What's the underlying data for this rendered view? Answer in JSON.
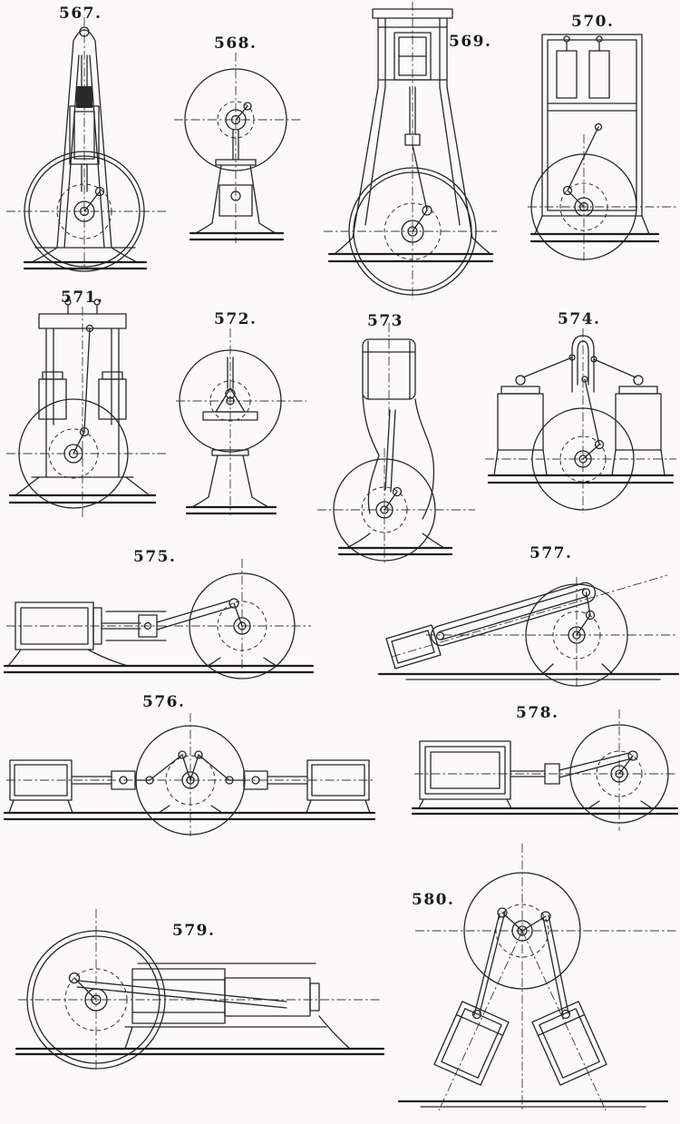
{
  "page": {
    "paper_color": "#fbfaf6",
    "ink_color": "#262626",
    "description": "Plate of engine mechanism line drawings"
  },
  "figures": [
    {
      "id": "567",
      "label": "567."
    },
    {
      "id": "568",
      "label": "568."
    },
    {
      "id": "569",
      "label": "569."
    },
    {
      "id": "570",
      "label": "570."
    },
    {
      "id": "571",
      "label": "571."
    },
    {
      "id": "572",
      "label": "572."
    },
    {
      "id": "573",
      "label": "573"
    },
    {
      "id": "574",
      "label": "574."
    },
    {
      "id": "575",
      "label": "575."
    },
    {
      "id": "576",
      "label": "576."
    },
    {
      "id": "577",
      "label": "577."
    },
    {
      "id": "578",
      "label": "578."
    },
    {
      "id": "579",
      "label": "579."
    },
    {
      "id": "580",
      "label": "580."
    }
  ]
}
